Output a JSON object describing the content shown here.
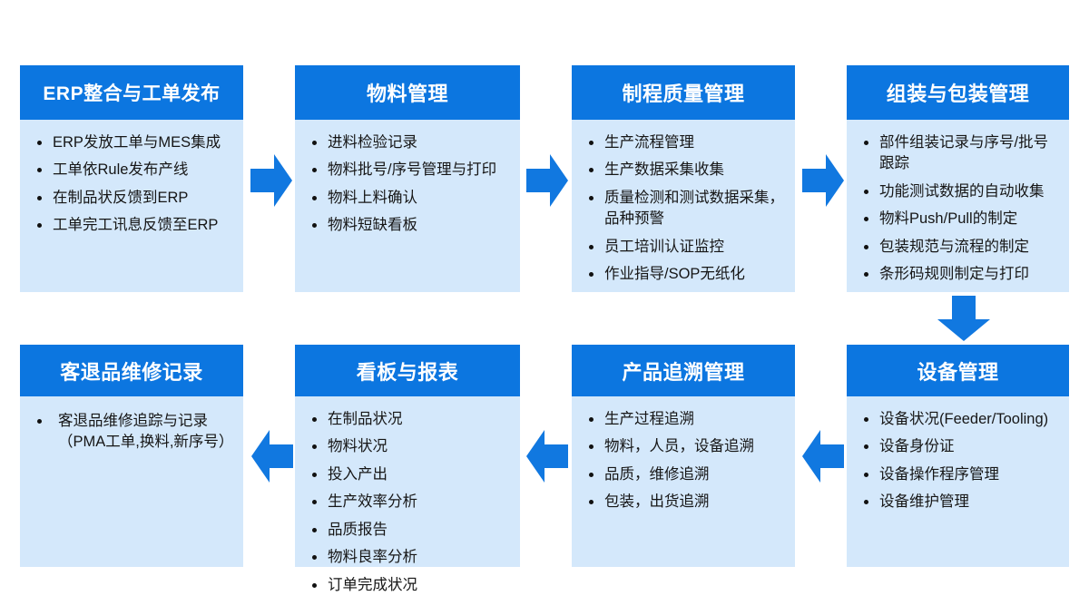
{
  "diagram": {
    "accent_header_color": "#0c76e0",
    "body_color": "#d4e8fb",
    "arrow_color": "#1178e0",
    "boxes": [
      {
        "id": "erp-integration",
        "title": "ERP整合与工单发布",
        "items": [
          "ERP发放工单与MES集成",
          "工单依Rule发布产线",
          "在制品状反馈到ERP",
          "工单完工讯息反馈至ERP"
        ]
      },
      {
        "id": "material-management",
        "title": "物料管理",
        "items": [
          "进料检验记录",
          "物料批号/序号管理与打印",
          "物料上料确认",
          "物料短缺看板"
        ]
      },
      {
        "id": "process-quality-management",
        "title": "制程质量管理",
        "items": [
          "生产流程管理",
          "生产数据采集收集",
          "质量检测和测试数据采集，品种预警",
          "员工培训认证监控",
          "作业指导/SOP无纸化"
        ]
      },
      {
        "id": "assembly-packaging-management",
        "title": "组装与包装管理",
        "items": [
          "部件组装记录与序号/批号跟踪",
          "功能测试数据的自动收集",
          "物料Push/Pull的制定",
          "包装规范与流程的制定",
          "条形码规则制定与打印"
        ]
      },
      {
        "id": "customer-return-repair-record",
        "title": "客退品维修记录",
        "items": [
          "客退品维修追踪与记录（PMA工单,换料,新序号）"
        ]
      },
      {
        "id": "kanban-and-reports",
        "title": "看板与报表",
        "items": [
          "在制品状况",
          "物料状况",
          "投入产出",
          "生产效率分析",
          "品质报告",
          "物料良率分析",
          "订单完成状况"
        ]
      },
      {
        "id": "product-traceability-management",
        "title": "产品追溯管理",
        "items": [
          "生产过程追溯",
          "物料，人员，设备追溯",
          "品质，维修追溯",
          "包装，出货追溯"
        ]
      },
      {
        "id": "equipment-management",
        "title": "设备管理",
        "items": [
          "设备状况(Feeder/Tooling)",
          "设备身份证",
          "设备操作程序管理",
          "设备维护管理"
        ]
      }
    ],
    "arrows": [
      {
        "id": "arrow-erp-to-material",
        "direction": "right"
      },
      {
        "id": "arrow-material-to-process-quality",
        "direction": "right"
      },
      {
        "id": "arrow-process-quality-to-assembly",
        "direction": "right"
      },
      {
        "id": "arrow-assembly-to-equipment",
        "direction": "down"
      },
      {
        "id": "arrow-equipment-to-traceability",
        "direction": "left"
      },
      {
        "id": "arrow-traceability-to-kanban",
        "direction": "left"
      },
      {
        "id": "arrow-kanban-to-customer-return",
        "direction": "left"
      }
    ]
  }
}
